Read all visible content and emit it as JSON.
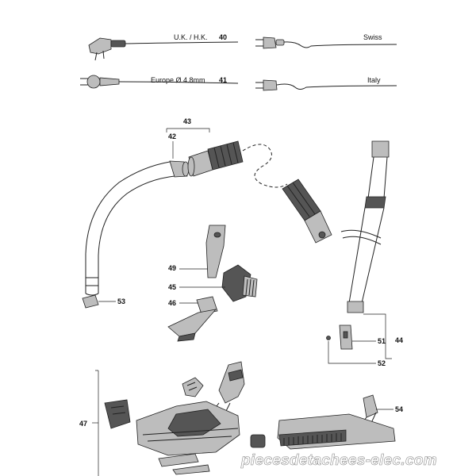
{
  "cords": [
    {
      "label": "U.K. / H.K.",
      "number": "40"
    },
    {
      "label": "Swiss",
      "number": ""
    },
    {
      "label": "Europe Ø 4.8mm",
      "number": "41"
    },
    {
      "label": "Italy",
      "number": ""
    }
  ],
  "callouts": {
    "n42": "42",
    "n43": "43",
    "n44": "44",
    "n45": "45",
    "n46": "46",
    "n47": "47",
    "n49": "49",
    "n51": "51",
    "n52": "52",
    "n53": "53",
    "n54": "54"
  },
  "watermark": "piecesdetachees-elec.com"
}
